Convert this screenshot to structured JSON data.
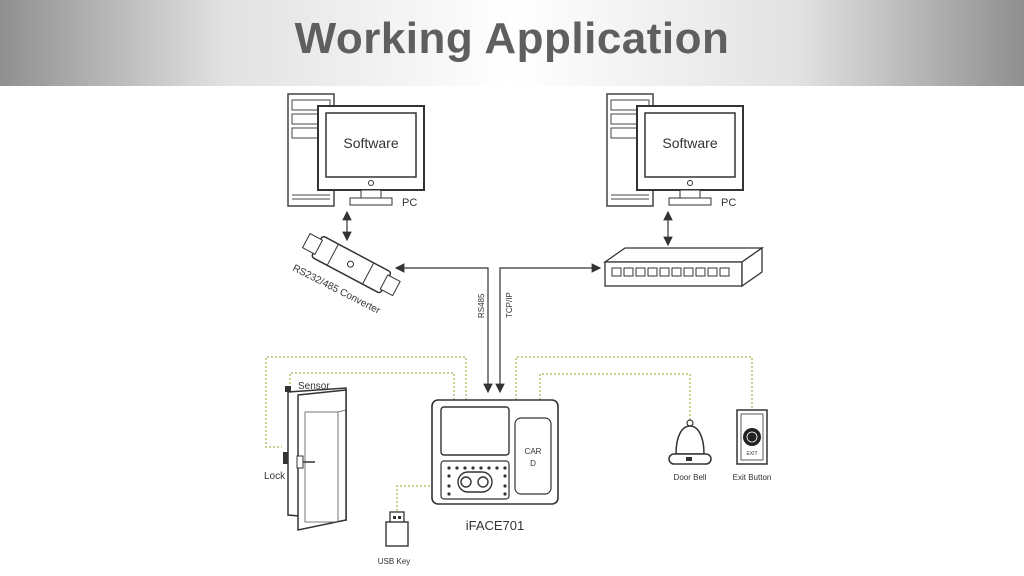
{
  "header": {
    "title": "Working Application"
  },
  "diagram": {
    "pc_left": {
      "screen_text": "Software",
      "label": "PC"
    },
    "pc_right": {
      "screen_text": "Software",
      "label": "PC"
    },
    "converter_label": "RS232/485 Converter",
    "rs485_label": "RS485",
    "tcpip_label": "TCP/IP",
    "sensor_label": "Sensor",
    "lock_label": "Lock",
    "device_label": "iFACE701",
    "card_label_1": "CAR",
    "card_label_2": "D",
    "usb_label": "USB Key",
    "bell_label": "Door Bell",
    "exit_label": "Exit Button",
    "exit_plate_text": "EXIT"
  }
}
